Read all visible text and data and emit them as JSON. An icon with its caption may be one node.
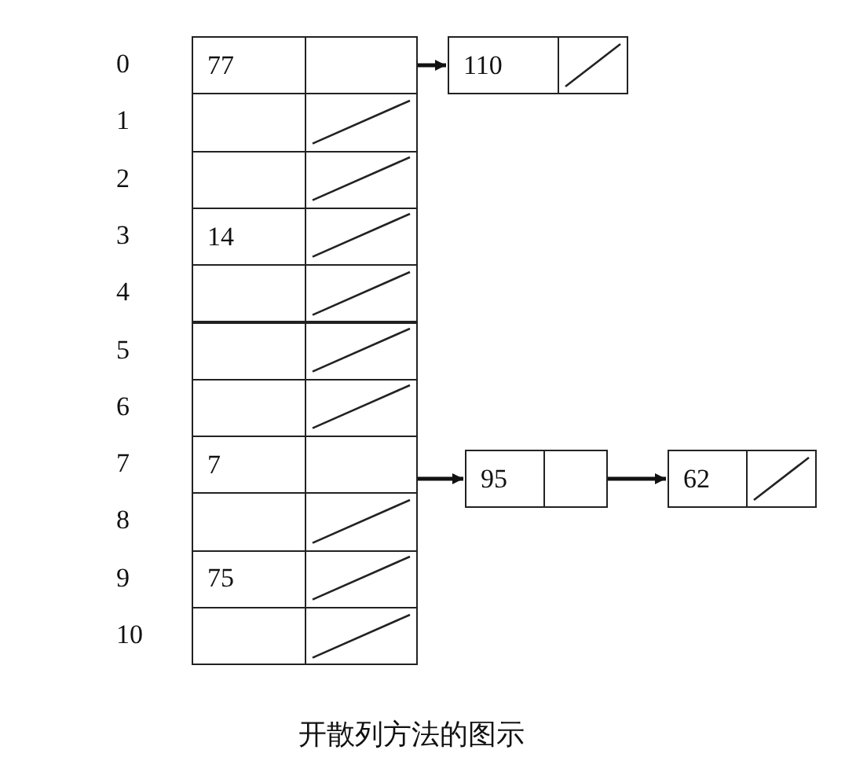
{
  "diagram": {
    "caption": "开散列方法的图示",
    "nodes": [
      {
        "text": [
          "77"
        ]
      },
      {
        "text": [],
        "shape": "box"
      },
      {
        "text": [
          "110"
        ]
      },
      {
        "text": [],
        "shape": "box"
      },
      {
        "text": [],
        "shape": "box"
      },
      {
        "text": [],
        "shape": "box"
      },
      {
        "text": [],
        "shape": "box"
      },
      {
        "text": [],
        "shape": "box"
      },
      {
        "text": [
          "14"
        ]
      },
      {
        "text": [],
        "shape": "box"
      },
      {
        "text": [],
        "shape": "box"
      },
      {
        "text": [],
        "shape": "box"
      },
      {
        "text": [],
        "shape": "box"
      },
      {
        "text": [],
        "shape": "box"
      },
      {
        "text": [],
        "shape": "box"
      },
      {
        "text": [],
        "shape": "box"
      },
      {
        "text": [
          "7"
        ]
      },
      {
        "text": [],
        "shape": "box"
      },
      {
        "text": [
          "95"
        ]
      },
      {
        "text": [],
        "shape": "box"
      },
      {
        "text": [
          "62"
        ]
      },
      {
        "text": [],
        "shape": "box"
      },
      {
        "text": [],
        "shape": "box"
      },
      {
        "text": [],
        "shape": "box"
      },
      {
        "text": [
          "75"
        ]
      },
      {
        "text": [],
        "shape": "box"
      },
      {
        "text": [],
        "shape": "box"
      },
      {
        "text": [],
        "shape": "box"
      }
    ],
    "edges": [
      {
        "from": 1,
        "to": 2,
        "arrow": "to"
      },
      {
        "from": 17,
        "to": 18,
        "arrow": "to"
      },
      {
        "from": 19,
        "to": 20,
        "arrow": "to"
      }
    ],
    "labels": [
      "0",
      "1",
      "2",
      "3",
      "4",
      "5",
      "6",
      "7",
      "8",
      "9",
      "10"
    ]
  }
}
